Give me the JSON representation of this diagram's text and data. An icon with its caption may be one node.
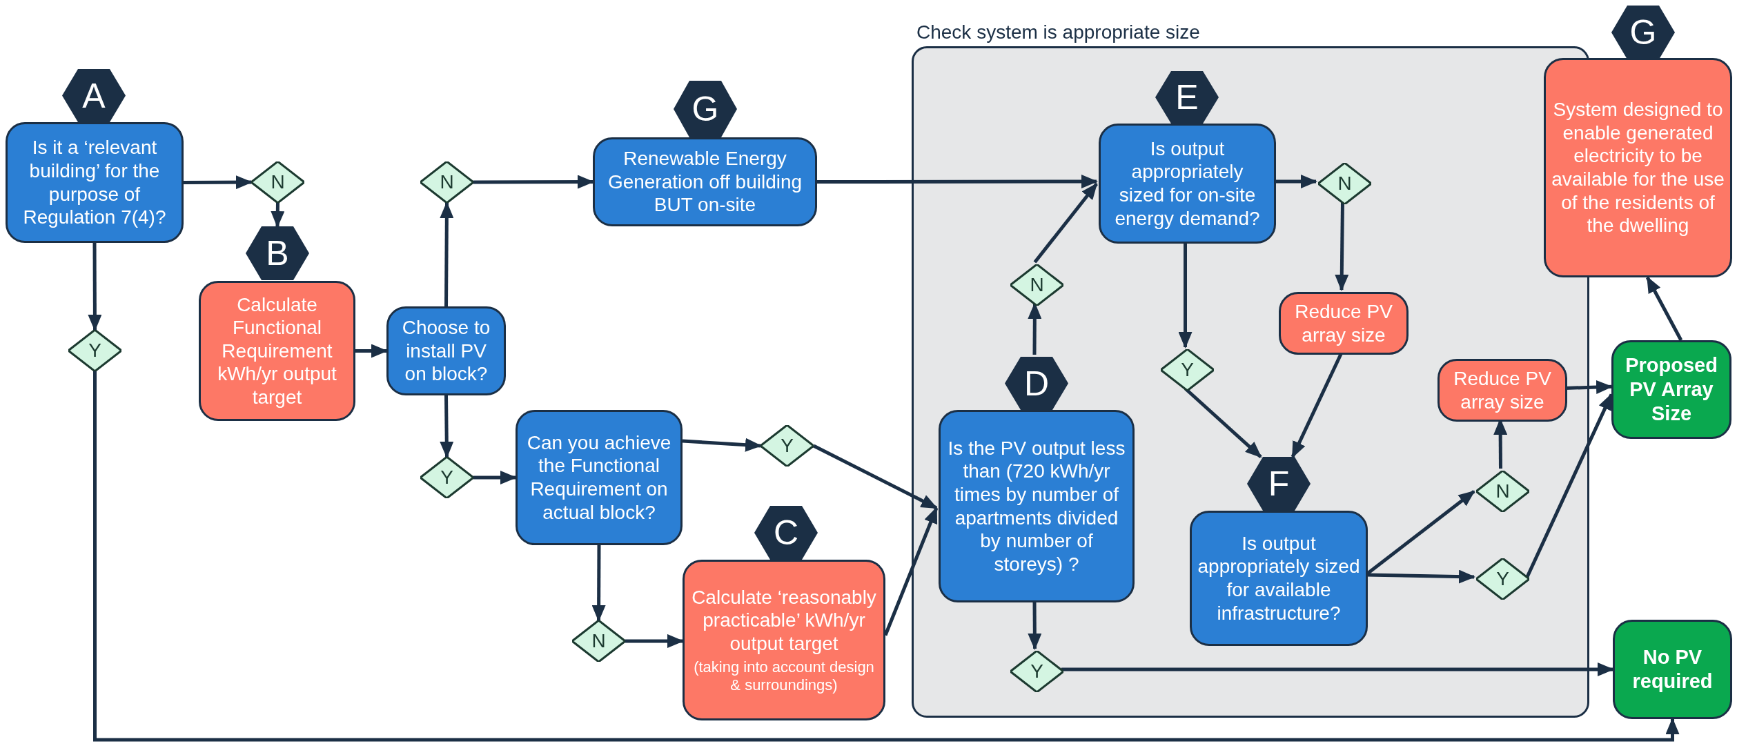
{
  "diagram": {
    "nodes": [
      {
        "text": [
          "Check system is appropriate size"
        ]
      },
      {
        "text": [
          "A"
        ]
      },
      {
        "text": [
          "Is it a ‘relevant building’ for the purpose of Regulation 7(4)?"
        ]
      },
      {
        "text": [
          "N"
        ]
      },
      {
        "text": [
          "B"
        ]
      },
      {
        "text": [
          "Calculate Functional Requirement kWh/yr output target"
        ]
      },
      {
        "text": [
          "Y"
        ]
      },
      {
        "text": [
          "Choose to install PV on block?"
        ]
      },
      {
        "text": [
          "N"
        ]
      },
      {
        "text": [
          "G"
        ]
      },
      {
        "text": [
          "Renewable Energy Generation off building BUT on-site"
        ]
      },
      {
        "text": [
          "Y"
        ]
      },
      {
        "text": [
          "Can you achieve the Functional Requirement on actual block?"
        ]
      },
      {
        "text": [
          "Y"
        ]
      },
      {
        "text": [
          "N"
        ]
      },
      {
        "text": [
          "C"
        ]
      },
      {
        "text": [
          "Calculate ‘reasonably practicable’ kWh/yr output target",
          "(taking into account design & surroundings)"
        ]
      },
      {
        "text": [
          "E"
        ],
        "in": 0
      },
      {
        "text": [
          "Is output appropriately sized for on-site energy demand?"
        ],
        "in": 0
      },
      {
        "text": [
          "N"
        ],
        "in": 0
      },
      {
        "text": [
          "N"
        ],
        "in": 0
      },
      {
        "text": [
          "Reduce PV array size"
        ],
        "in": 0
      },
      {
        "text": [
          "Y"
        ],
        "in": 0
      },
      {
        "text": [
          "D"
        ],
        "in": 0
      },
      {
        "text": [
          "Is the PV output less than (720 kWh/yr times by number of apartments divided by number of storeys) ?"
        ],
        "in": 0
      },
      {
        "text": [
          "Reduce PV array size"
        ],
        "in": 0
      },
      {
        "text": [
          "F"
        ],
        "in": 0
      },
      {
        "text": [
          "Is output appropriately sized for available infrastructure?"
        ],
        "in": 0
      },
      {
        "text": [
          "N"
        ],
        "in": 0
      },
      {
        "text": [
          "Y"
        ],
        "in": 0
      },
      {
        "text": [
          "Y"
        ],
        "in": 0
      },
      {
        "text": [
          "G"
        ]
      },
      {
        "text": [
          "System designed to enable generated electricity to be available for the use of the residents of the dwelling"
        ]
      },
      {
        "text": [
          "Proposed PV Array Size"
        ]
      },
      {
        "text": [
          "No PV required"
        ]
      }
    ],
    "edges": [
      {
        "from": 2,
        "to": 3,
        "arrow": "to"
      },
      {
        "from": 3,
        "to": 4,
        "arrow": "to"
      },
      {
        "from": 2,
        "to": 6,
        "arrow": "to"
      },
      {
        "from": 6,
        "to": 34,
        "arrow": "to"
      },
      {
        "from": 5,
        "to": 7,
        "arrow": "to"
      },
      {
        "from": 7,
        "to": 8,
        "arrow": "to"
      },
      {
        "from": 8,
        "to": 10,
        "arrow": "to"
      },
      {
        "from": 7,
        "to": 11,
        "arrow": "to"
      },
      {
        "from": 11,
        "to": 12,
        "arrow": "to"
      },
      {
        "from": 12,
        "to": 13,
        "arrow": "to"
      },
      {
        "from": 13,
        "to": 24,
        "arrow": "to"
      },
      {
        "from": 12,
        "to": 14,
        "arrow": "to"
      },
      {
        "from": 14,
        "to": 16,
        "arrow": "to"
      },
      {
        "from": 16,
        "to": 24,
        "arrow": "to"
      },
      {
        "from": 10,
        "to": 18,
        "arrow": "to"
      },
      {
        "from": 18,
        "to": 19,
        "arrow": "to"
      },
      {
        "from": 19,
        "to": 21,
        "arrow": "to"
      },
      {
        "from": 18,
        "to": 22,
        "arrow": "to"
      },
      {
        "from": 22,
        "to": 26,
        "arrow": "to"
      },
      {
        "from": 21,
        "to": 26,
        "arrow": "to"
      },
      {
        "from": 23,
        "to": 20,
        "arrow": "to"
      },
      {
        "from": 20,
        "to": 18,
        "arrow": "to"
      },
      {
        "from": 24,
        "to": 30,
        "arrow": "to"
      },
      {
        "from": 30,
        "to": 34,
        "arrow": "to"
      },
      {
        "from": 27,
        "to": 28,
        "arrow": "to"
      },
      {
        "from": 27,
        "to": 29,
        "arrow": "to"
      },
      {
        "from": 28,
        "to": 25,
        "arrow": "to"
      },
      {
        "from": 25,
        "to": 33,
        "arrow": "to"
      },
      {
        "from": 29,
        "to": 33,
        "arrow": "to"
      },
      {
        "from": 33,
        "to": 32,
        "arrow": "to"
      }
    ]
  }
}
